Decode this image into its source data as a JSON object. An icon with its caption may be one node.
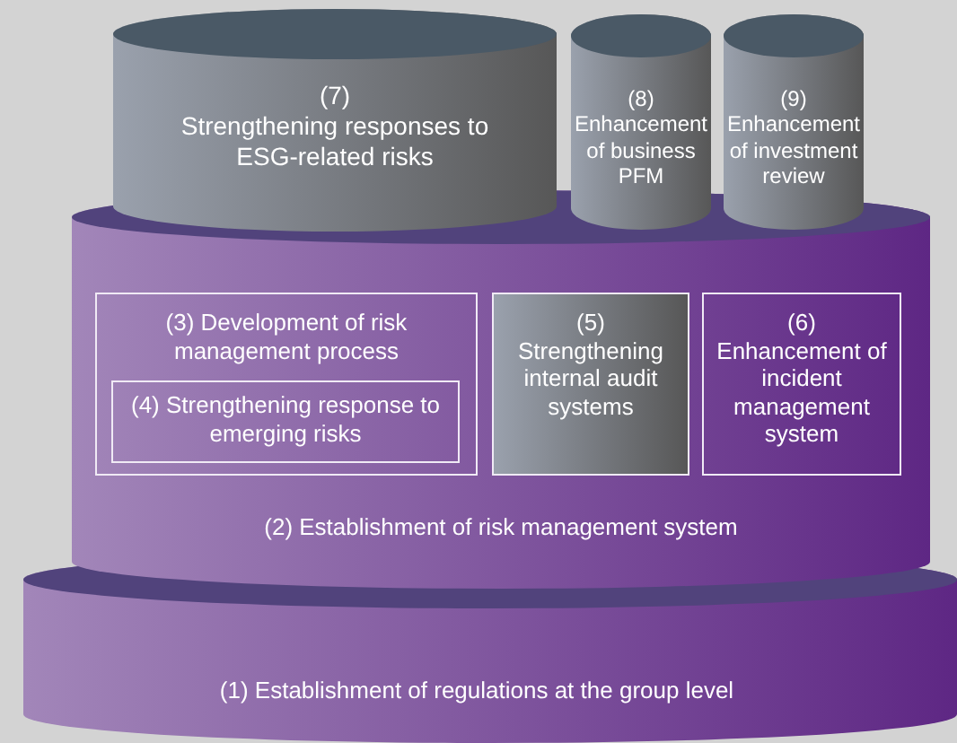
{
  "diagram": {
    "nodes": [
      {
        "text": [
          "(7)",
          "Strengthening responses to ESG-related risks"
        ]
      },
      {
        "text": [
          "(8)",
          "Enhancement of business PFM"
        ]
      },
      {
        "text": [
          "(9)",
          "Enhancement of investment review"
        ]
      },
      {
        "text": [
          "(2) Establishment of risk management system"
        ]
      },
      {
        "text": [
          "(3) Development of risk management process"
        ],
        "in": 3
      },
      {
        "text": [
          "(4) Strengthening response to emerging risks"
        ],
        "in": 4
      },
      {
        "text": [
          "(5)",
          "Strengthening internal audit systems"
        ],
        "in": 3
      },
      {
        "text": [
          "(6)",
          "Enhancement of incident management system"
        ],
        "in": 3
      },
      {
        "text": [
          "(1) Establishment of regulations at the group level"
        ]
      }
    ]
  }
}
